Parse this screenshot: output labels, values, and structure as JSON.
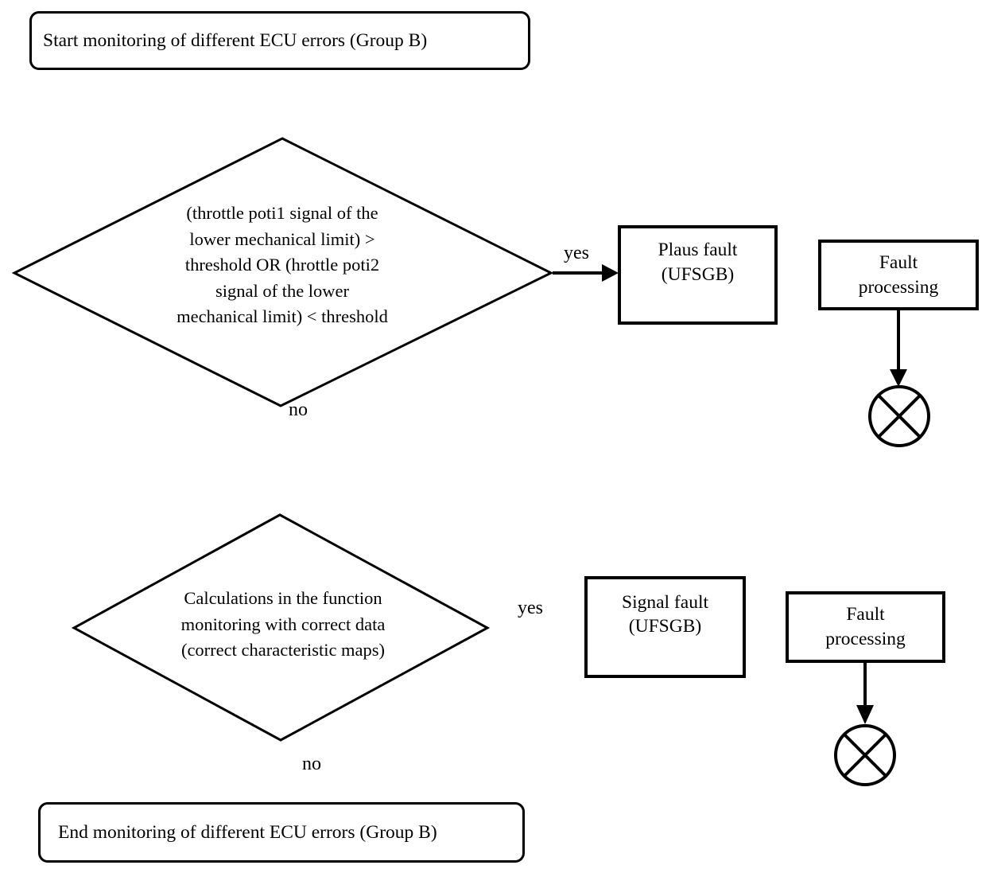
{
  "diagram": {
    "background_color": "#ffffff",
    "line_color": "#000000",
    "nodes": {
      "start": {
        "shape": "rounded-rect",
        "label": "Start monitoring of different ECU errors (Group B)"
      },
      "decision1": {
        "shape": "diamond",
        "lines": [
          "(throttle poti1 signal of the",
          "lower mechanical limit) >",
          "threshold OR (hrottle poti2",
          "signal of the lower",
          "mechanical limit) < threshold"
        ]
      },
      "plaus_fault": {
        "shape": "rect",
        "lines": [
          "Plaus fault",
          "(UFSGB)"
        ]
      },
      "fault_processing1": {
        "shape": "rect",
        "lines": [
          "Fault",
          "processing"
        ]
      },
      "terminator1": {
        "shape": "circle-x",
        "icon": "crossed-circle"
      },
      "decision2": {
        "shape": "diamond",
        "lines": [
          "Calculations in the function",
          "monitoring with correct data",
          "(correct characteristic maps)"
        ]
      },
      "signal_fault": {
        "shape": "rect",
        "lines": [
          "Signal fault",
          "(UFSGB)"
        ]
      },
      "fault_processing2": {
        "shape": "rect",
        "lines": [
          "Fault",
          "processing"
        ]
      },
      "terminator2": {
        "shape": "circle-x",
        "icon": "crossed-circle"
      },
      "end": {
        "shape": "rounded-rect",
        "label": "End monitoring of different ECU errors (Group B)"
      }
    },
    "edges": {
      "decision1_yes": {
        "label": "yes"
      },
      "decision1_no": {
        "label": "no"
      },
      "decision2_yes": {
        "label": "yes"
      },
      "decision2_no": {
        "label": "no"
      }
    }
  }
}
